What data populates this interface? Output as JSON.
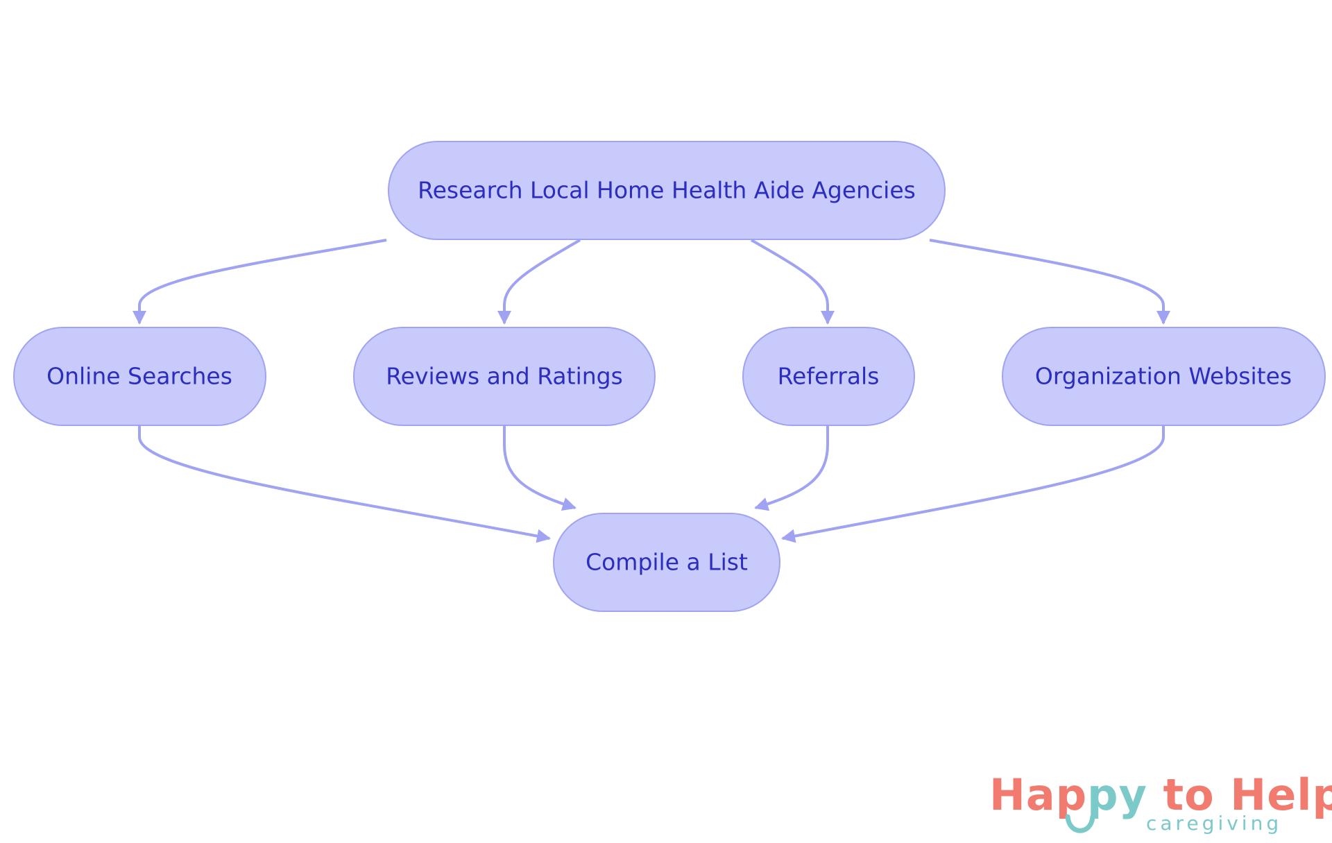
{
  "diagram": {
    "nodes": {
      "root": "Research Local Home Health Aide Agencies",
      "online": "Online Searches",
      "reviews": "Reviews and Ratings",
      "referrals": "Referrals",
      "orgsites": "Organization Websites",
      "compile": "Compile a List"
    },
    "edges": [
      {
        "from": "Research Local Home Health Aide Agencies",
        "to": "Online Searches"
      },
      {
        "from": "Research Local Home Health Aide Agencies",
        "to": "Reviews and Ratings"
      },
      {
        "from": "Research Local Home Health Aide Agencies",
        "to": "Referrals"
      },
      {
        "from": "Research Local Home Health Aide Agencies",
        "to": "Organization Websites"
      },
      {
        "from": "Online Searches",
        "to": "Compile a List"
      },
      {
        "from": "Reviews and Ratings",
        "to": "Compile a List"
      },
      {
        "from": "Referrals",
        "to": "Compile a List"
      },
      {
        "from": "Organization Websites",
        "to": "Compile a List"
      }
    ]
  },
  "logo": {
    "word_part1": "Hap",
    "word_part2": "py",
    "word_part3": " to Help",
    "tagline": "caregiving"
  },
  "colors": {
    "node_fill": "#c8cafc",
    "node_stroke": "#9fa3f1",
    "node_text": "#2b2dbf",
    "edge": "#9fa3f1",
    "logo_coral": "#f07b6e",
    "logo_teal": "#7cc9c9"
  }
}
